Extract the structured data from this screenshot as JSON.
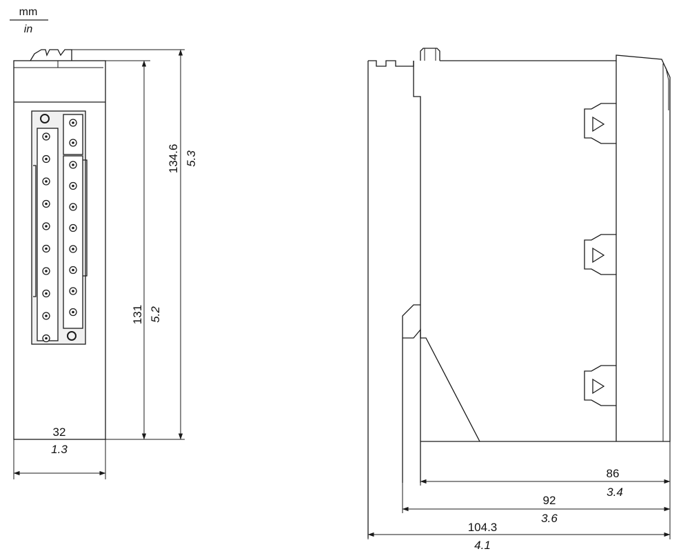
{
  "units": {
    "primary": "mm",
    "secondary": "in"
  },
  "front_view": {
    "width": {
      "mm": "32",
      "in": "1.3"
    },
    "height_body": {
      "mm": "131",
      "in": "5.2"
    },
    "height_total": {
      "mm": "134.6",
      "in": "5.3"
    }
  },
  "side_view": {
    "depth_body": {
      "mm": "86",
      "in": "3.4"
    },
    "depth_mid": {
      "mm": "92",
      "in": "3.6"
    },
    "depth_total": {
      "mm": "104.3",
      "in": "4.1"
    }
  },
  "colors": {
    "line": "#1a1a1a",
    "panel": "#f0f0f0",
    "background": "#ffffff"
  }
}
